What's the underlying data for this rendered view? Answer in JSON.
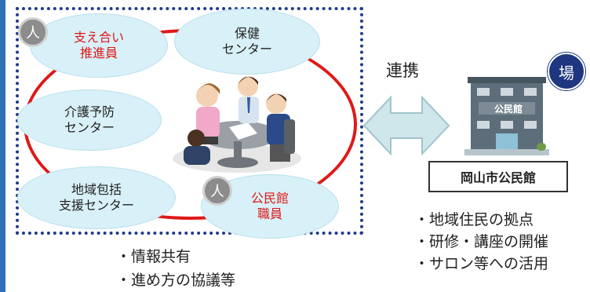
{
  "bubbles": {
    "sasaeai": {
      "line1": "支え合い",
      "line2": "推進員"
    },
    "hoken": {
      "line1": "保健",
      "line2": "センター"
    },
    "kaigo": {
      "line1": "介護予防",
      "line2": "センター"
    },
    "chiiki": {
      "line1": "地域包括",
      "line2": "支援センター"
    },
    "kominkan_staff": {
      "line1": "公民館",
      "line2": "職員"
    }
  },
  "person_badge_char": "人",
  "notes_left": [
    "・情報共有",
    "・進め方の協議等"
  ],
  "renkei_label": "連携",
  "place_badge_char": "場",
  "building_sign": "公民館",
  "building_label": "岡山市公民館",
  "notes_right": [
    "・地域住民の拠点",
    "・研修・講座の開催",
    "・サロン等への活用"
  ],
  "colors": {
    "accent_red": "#e01818",
    "frame_blue": "#1f3a8a",
    "bubble_fill": "#d8f0f7",
    "arrow_fill": "#cfe6ea",
    "badge_navy": "#1f3680"
  }
}
